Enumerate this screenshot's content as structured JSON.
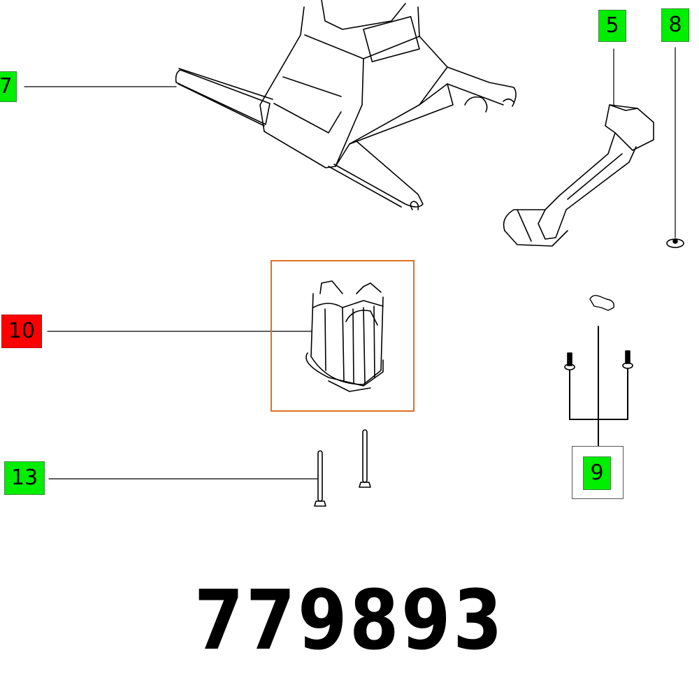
{
  "diagram": {
    "part_number": "779893",
    "highlight_color": "#e07020",
    "label_colors": {
      "normal": "#00ee00",
      "selected": "#ff0000"
    },
    "callouts": [
      {
        "id": "7",
        "label": "7",
        "state": "normal",
        "part": "stand-base"
      },
      {
        "id": "5",
        "label": "5",
        "state": "normal",
        "part": "carrying-handle"
      },
      {
        "id": "8",
        "label": "8",
        "state": "normal",
        "part": "washer"
      },
      {
        "id": "10",
        "label": "10",
        "state": "selected",
        "part": "motor-housing"
      },
      {
        "id": "9",
        "label": "9",
        "state": "normal",
        "part": "screw-set-with-clip"
      },
      {
        "id": "13",
        "label": "13",
        "state": "normal",
        "part": "long-bolts"
      }
    ]
  }
}
